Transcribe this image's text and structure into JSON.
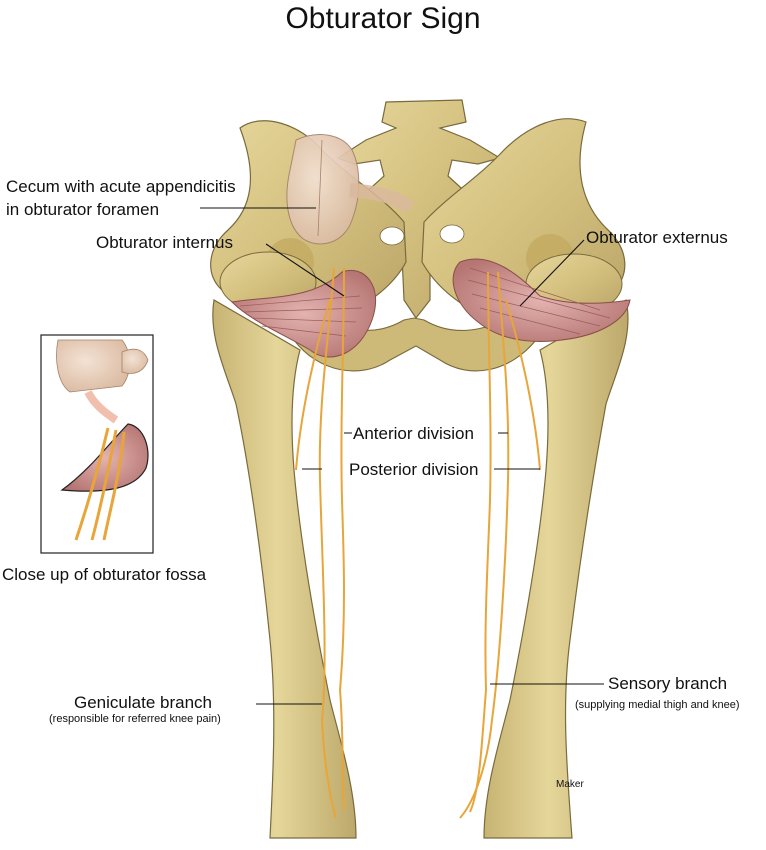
{
  "title": "Obturator Sign",
  "labels": {
    "cecum_line1": "Cecum with acute appendicitis",
    "cecum_line2": "in obturator foramen",
    "obturator_internus": "Obturator internus",
    "obturator_externus": "Obturator externus",
    "anterior_division": "Anterior division",
    "posterior_division": "Posterior division",
    "close_up": "Close up of obturator fossa",
    "geniculate_branch": "Geniculate branch",
    "geniculate_note": "(responsible for referred knee pain)",
    "sensory_branch": "Sensory branch",
    "sensory_note": "(supplying medial thigh and knee)",
    "maker": "Maker"
  },
  "colors": {
    "bone": "#d9c98a",
    "bone_dark": "#a8945a",
    "nerve": "#e8a53a",
    "muscle": "#c98a8a",
    "cecum": "#e9cdb8"
  }
}
